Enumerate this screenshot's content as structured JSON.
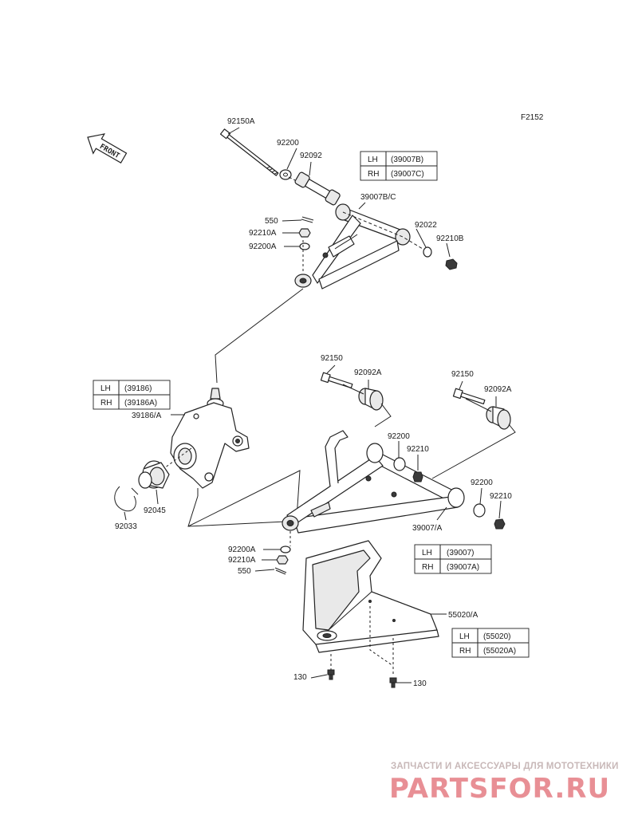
{
  "figure_code": "F2152",
  "front_label": "FRONT",
  "callouts": {
    "c92150A": "92150A",
    "c92200_top": "92200",
    "c92092_top": "92092",
    "c39007BC": "39007B/C",
    "c550_top": "550",
    "c92210A_top": "92210A",
    "c92200A_top": "92200A",
    "c92022": "92022",
    "c92210B": "92210B",
    "c39186A": "39186/A",
    "c92045": "92045",
    "c92033": "92033",
    "c92150_l": "92150",
    "c92092A_l": "92092A",
    "c92150_r": "92150",
    "c92092A_r": "92092A",
    "c92200_m": "92200",
    "c92210_m": "92210",
    "c92200_r": "92200",
    "c92210_r": "92210",
    "c39007A": "39007/A",
    "c92200A_bot": "92200A",
    "c92210A_bot": "92210A",
    "c550_bot": "550",
    "c55020A": "55020/A",
    "c130_l": "130",
    "c130_r": "130"
  },
  "tables": {
    "upper_arm": {
      "lh": "LH",
      "lh_part": "(39007B)",
      "rh": "RH",
      "rh_part": "(39007C)"
    },
    "knuckle": {
      "lh": "LH",
      "lh_part": "(39186)",
      "rh": "RH",
      "rh_part": "(39186A)"
    },
    "lower_arm": {
      "lh": "LH",
      "lh_part": "(39007)",
      "rh": "RH",
      "rh_part": "(39007A)"
    },
    "guard": {
      "lh": "LH",
      "lh_part": "(55020)",
      "rh": "RH",
      "rh_part": "(55020A)"
    }
  },
  "watermark": {
    "tagline": "ЗАПЧАСТИ И АКСЕССУАРЫ ДЛЯ МОТОТЕХНИКИ",
    "brand": "PARTSFOR.RU"
  },
  "colors": {
    "line": "#222222",
    "watermark_red": "#e88f95",
    "watermark_grey": "#c8b8b8"
  }
}
